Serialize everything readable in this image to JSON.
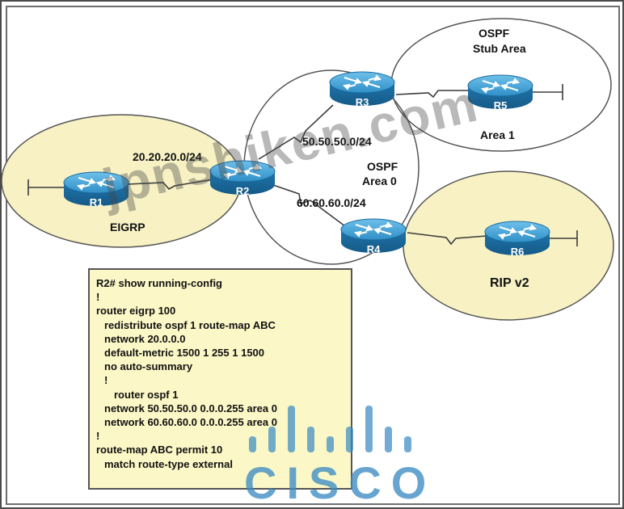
{
  "routers": {
    "r1": "R1",
    "r2": "R2",
    "r3": "R3",
    "r4": "R4",
    "r5": "R5",
    "r6": "R6"
  },
  "areas": {
    "eigrp": "EIGRP",
    "ospf_area0_line1": "OSPF",
    "ospf_area0_line2": "Area 0",
    "ospf_stub_line1": "OSPF",
    "ospf_stub_line2": "Stub Area",
    "area1": "Area 1",
    "rip": "RIP v2"
  },
  "networks": {
    "r1_r2": "20.20.20.0/24",
    "r2_r3": "50.50.50.0/24",
    "r2_r4": "60.60.60.0/24"
  },
  "config_lines": [
    "R2# show running-config",
    "!",
    "router eigrp 100",
    "redistribute ospf 1 route-map ABC",
    "network 20.0.0.0",
    "default-metric 1500 1 255 1 1500",
    "no auto-summary",
    "!",
    "router ospf 1",
    "network 50.50.50.0 0.0.0.255 area 0",
    "network 60.60.60.0 0.0.0.255 area 0",
    "!",
    "route-map ABC permit 10",
    "match route-type external"
  ],
  "watermark": "jpnshiken.com",
  "logo": "CISCO",
  "colors": {
    "area_fill": "#f7f1c4",
    "router_blue": "#2f8fc7",
    "router_dark": "#1d6b9f",
    "config_fill": "#fbf7c6"
  }
}
